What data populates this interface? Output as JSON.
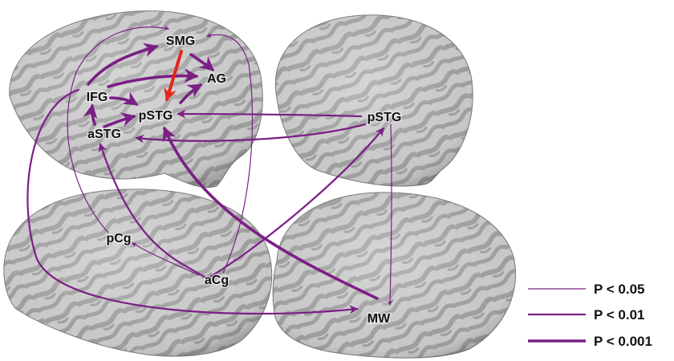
{
  "colors": {
    "connection": "#7b1f86",
    "highlight": "#e3261b",
    "brain_surface": "#c7c7c7",
    "brain_stripe": "#9d9d9d",
    "brain_outline": "#777777"
  },
  "nodes": {
    "smg": "SMG",
    "ag": "AG",
    "ifg": "IFG",
    "pstg_left": "pSTG",
    "astg": "aSTG",
    "pstg_right": "pSTG",
    "pcg": "pCg",
    "acg": "aCg",
    "mw": "MW"
  },
  "legend": [
    {
      "label": "P < 0.05",
      "weight": 1
    },
    {
      "label": "P < 0.01",
      "weight": 2
    },
    {
      "label": "P < 0.001",
      "weight": 3
    }
  ]
}
